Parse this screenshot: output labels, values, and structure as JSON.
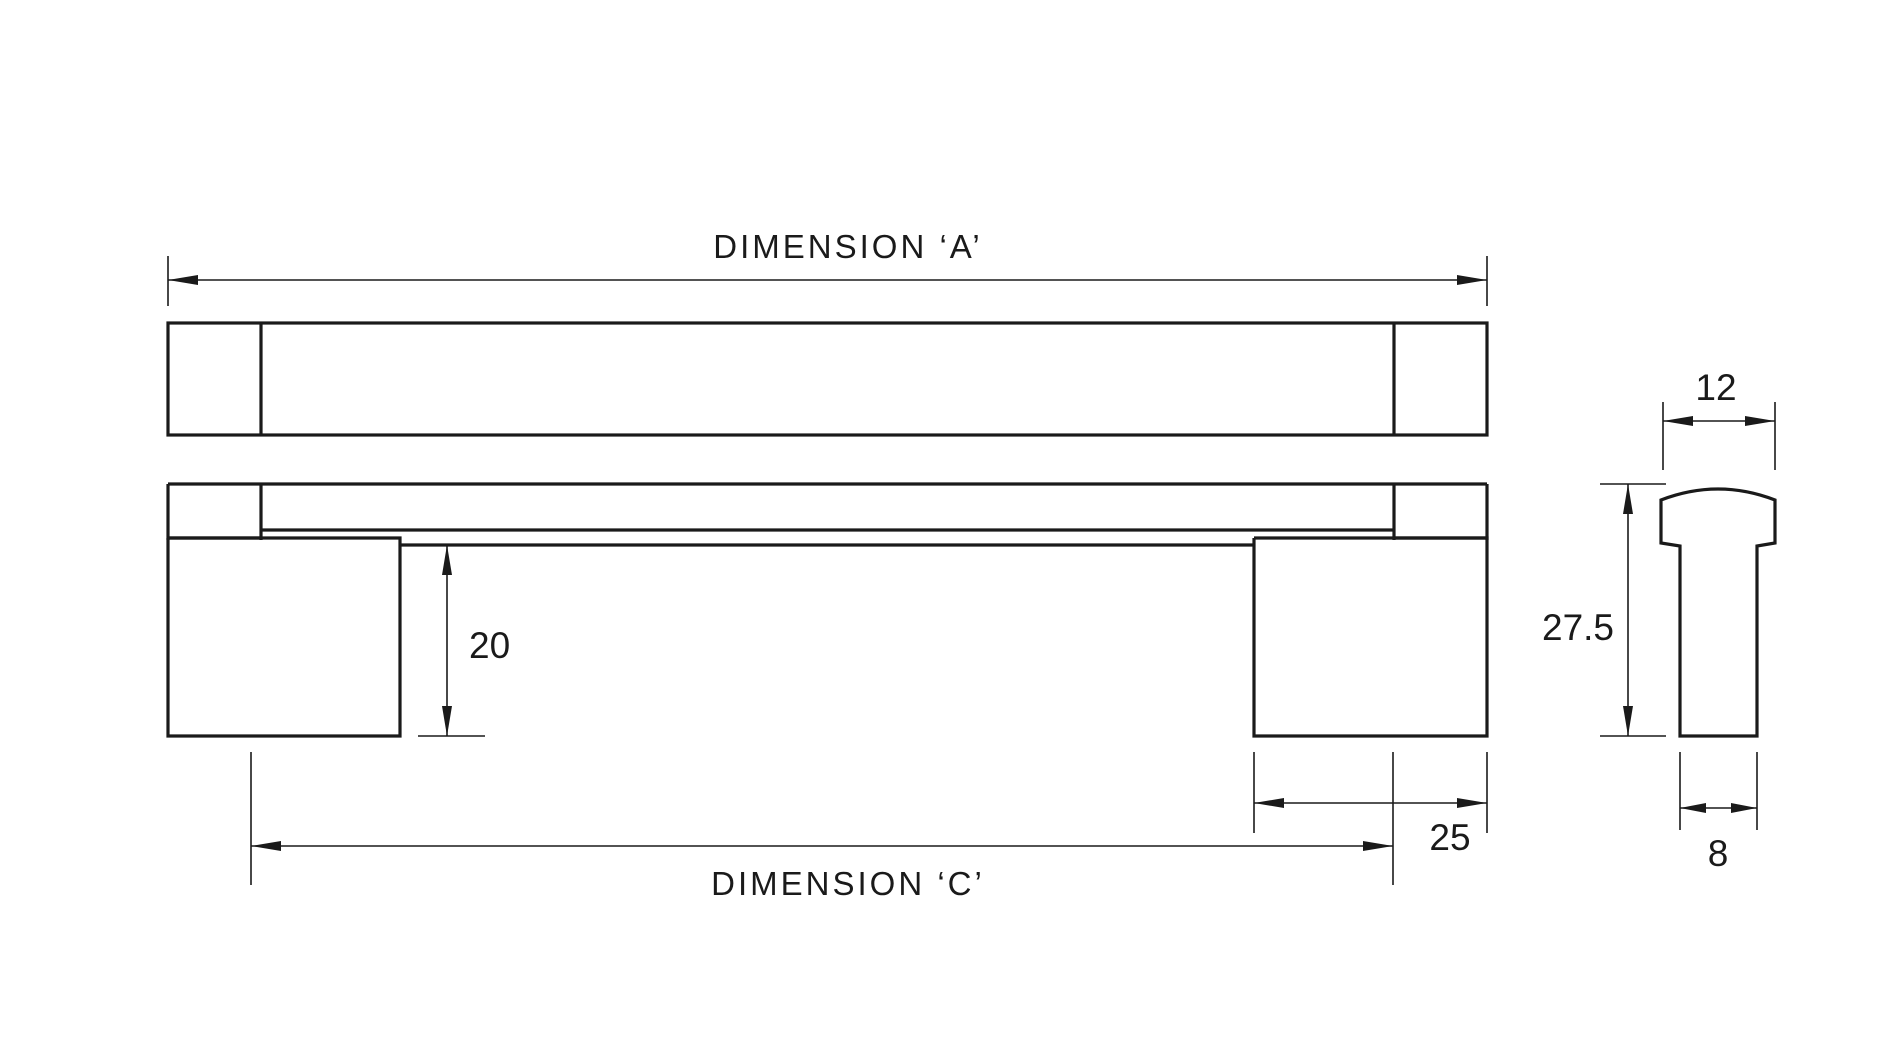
{
  "labels": {
    "dimension_a": "DIMENSION ‘A’",
    "dimension_c": "DIMENSION ‘C’",
    "height_20": "20",
    "width_25": "25",
    "width_12": "12",
    "height_27_5": "27.5",
    "width_8": "8"
  },
  "colors": {
    "line": "#1a1a1a",
    "background": "#ffffff"
  }
}
